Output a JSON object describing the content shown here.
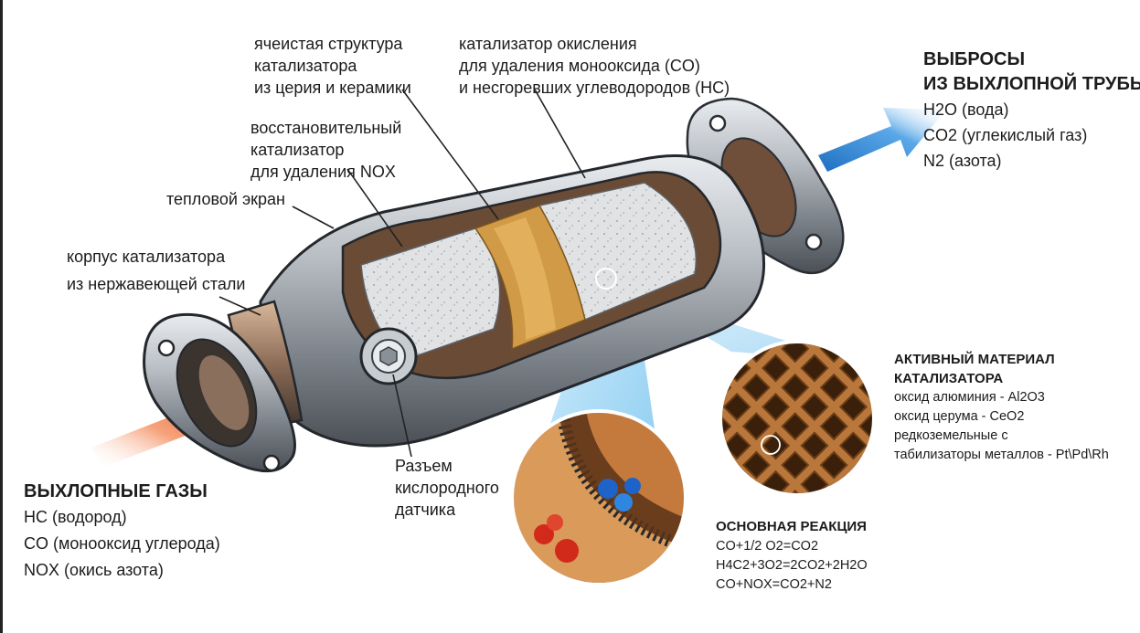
{
  "labels": {
    "cellular": [
      "ячеистая структура",
      "катализатора",
      "из церия и керамики"
    ],
    "oxidation": [
      "катализатор окисления",
      "для удаления монооксида (CO)",
      "и несгоревших углеводородов (HC)"
    ],
    "reduction": [
      "восстановительный",
      "катализатор",
      "для удаления NOX"
    ],
    "heat_shield": "тепловой экран",
    "body": [
      "корпус катализатора",
      "из нержавеющей стали"
    ],
    "sensor": [
      "Разъем",
      "кислородного",
      "датчика"
    ]
  },
  "exhaust_out": {
    "title": [
      "ВЫБРОСЫ",
      "ИЗ ВЫХЛОПНОЙ ТРУБЫ"
    ],
    "items": [
      "H2O (вода)",
      "CO2 (углекислый газ)",
      "N2 (азота)"
    ]
  },
  "exhaust_in": {
    "title": "ВЫХЛОПНЫЕ ГАЗЫ",
    "items": [
      "HC (водород)",
      "CO (монооксид углерода)",
      "NOX (окись азота)"
    ]
  },
  "active_material": {
    "title": [
      "АКТИВНЫЙ МАТЕРИАЛ",
      "КАТАЛИЗАТОРА"
    ],
    "items": [
      "оксид алюминия - Al2O3",
      "оксид церума - CeO2",
      "редкоземельные с",
      "табилизаторы металлов - Pt\\Pd\\Rh"
    ]
  },
  "reaction": {
    "title": "ОСНОВНАЯ РЕАКЦИЯ",
    "items": [
      "CO+1/2 O2=CO2",
      "H4C2+3O2=2CO2+2H2O",
      "CO+NOX=CO2+N2"
    ]
  },
  "colors": {
    "arrow_in": "#e8501e",
    "arrow_out": "#2f86d6",
    "steel": "#9aa0a6",
    "honeycomb": "#c8894a",
    "zoom_beam": "#8fd0f2"
  }
}
